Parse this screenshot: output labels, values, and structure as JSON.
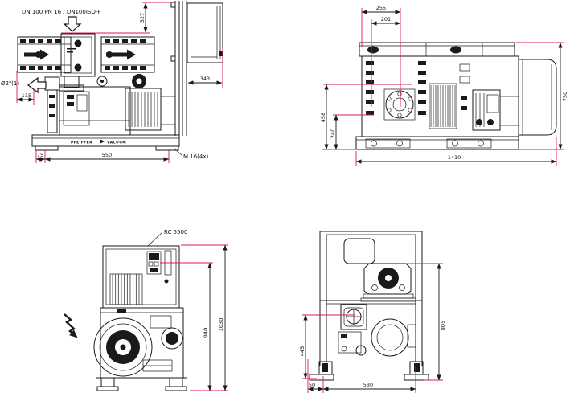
{
  "drawing": {
    "type": "technical dimension drawing, four views of a vacuum pump",
    "colors": {
      "background": "#ffffff",
      "line": "#1a1a1a",
      "extension_line": "#e0194a"
    },
    "views": {
      "side_left": {
        "intake_flange_label": "DN 100 PN 16 / DN100ISO-F",
        "exhaust_port_label": "Ø2\"(1)",
        "brand_name": "PFEIFFER",
        "brand_suffix": "VACUUM",
        "dims": {
          "intake_height": "327",
          "rear_depth": "343",
          "exhaust_offset": "115",
          "foot_front_offset": "75",
          "foot_spacing": "550",
          "mounting_thread": "M 16(4x)"
        }
      },
      "side_right": {
        "dims": {
          "top_outer": "255",
          "top_inner": "201",
          "left_outer": "458",
          "left_inner": "240",
          "overall_height": "750",
          "overall_length": "1410"
        }
      },
      "front": {
        "controller_label": "RC 5500",
        "dims": {
          "panel_height": "940",
          "overall_height": "1030"
        }
      },
      "rear": {
        "dims": {
          "port_height": "445",
          "motor_height": "805",
          "foot_edge_offset": "50",
          "foot_width": "530"
        }
      }
    }
  }
}
